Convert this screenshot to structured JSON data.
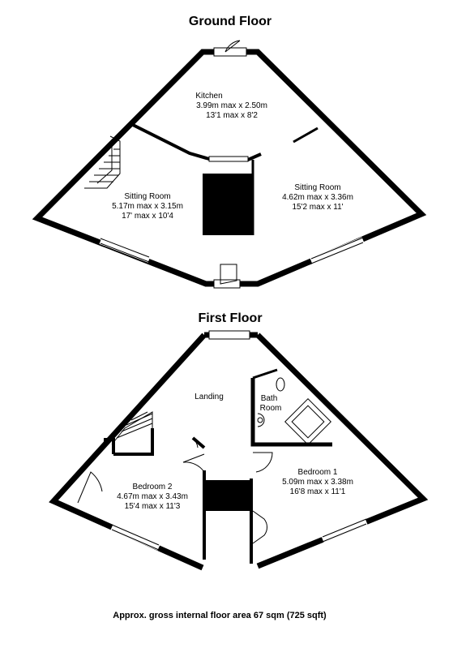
{
  "ground_floor": {
    "title": "Ground Floor",
    "rooms": [
      {
        "name": "Kitchen",
        "metric": "3.99m max x 2.50m",
        "imperial": "13'1 max x 8'2"
      },
      {
        "name": "Sitting Room",
        "metric": "5.17m max x 3.15m",
        "imperial": "17' max x 10'4"
      },
      {
        "name": "Sitting Room",
        "metric": "4.62m max x 3.36m",
        "imperial": "15'2 max x 11'"
      }
    ]
  },
  "first_floor": {
    "title": "First Floor",
    "rooms": [
      {
        "name": "Landing"
      },
      {
        "name": "Bath",
        "name2": "Room"
      },
      {
        "name": "Bedroom 1",
        "metric": "5.09m max x 3.38m",
        "imperial": "16'8 max x 11'1"
      },
      {
        "name": "Bedroom 2",
        "metric": "4.67m max x 3.43m",
        "imperial": "15'4 max x 11'3"
      }
    ]
  },
  "footer": {
    "area_text": "Approx. gross internal floor area 67 sqm (725 sqft)"
  }
}
